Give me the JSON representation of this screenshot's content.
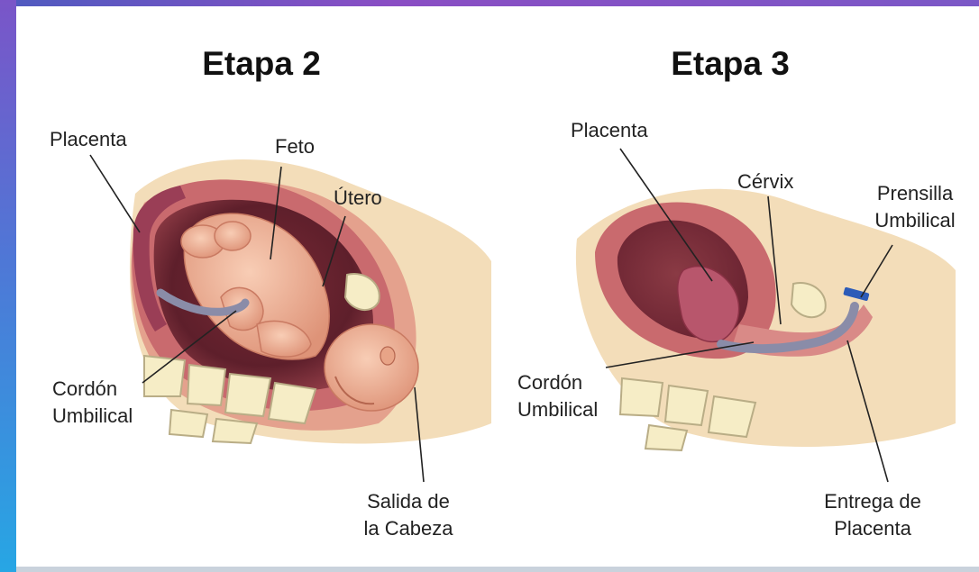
{
  "stage2": {
    "title": "Etapa 2",
    "labels": {
      "placenta": "Placenta",
      "feto": "Feto",
      "utero": "Útero",
      "cordon_1": "Cordón",
      "cordon_2": "Umbilical",
      "salida_1": "Salida de",
      "salida_2": "la Cabeza"
    }
  },
  "stage3": {
    "title": "Etapa 3",
    "labels": {
      "placenta": "Placenta",
      "cervix": "Cérvix",
      "prensilla_1": "Prensilla",
      "prensilla_2": "Umbilical",
      "cordon_1": "Cordón",
      "cordon_2": "Umbilical",
      "entrega_1": "Entrega de",
      "entrega_2": "Placenta"
    }
  },
  "colors": {
    "accent_frame": "#7a55c8",
    "skin": "#f0b49a",
    "uterus": "#b8555a",
    "bone": "#f6edc6",
    "cord": "#8a8ca8",
    "clamp": "#2c5bb8"
  }
}
